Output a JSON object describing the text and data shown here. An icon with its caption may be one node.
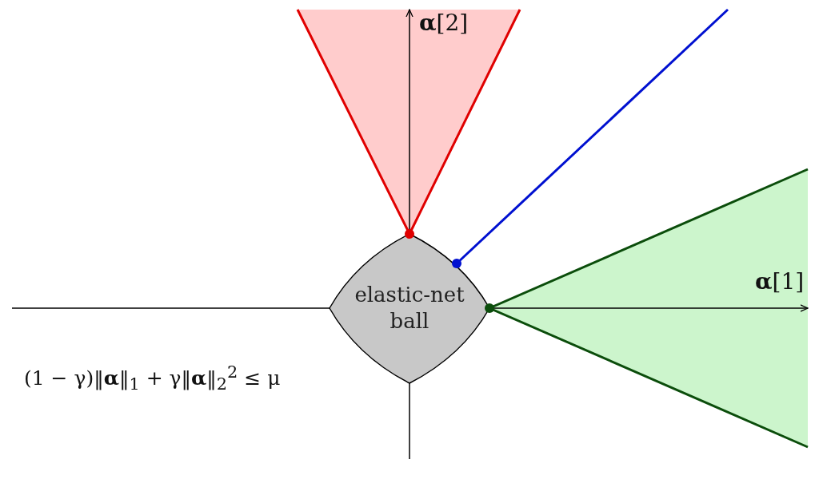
{
  "diagram": {
    "nodes": [
      {
        "text": [
          "elastic-net ball"
        ]
      }
    ],
    "labels": [
      "**α**[2]",
      "**α**[1]",
      "(1 − γ)‖**α**‖$_{1}$ + γ‖**α**‖$_{2}$$^{2}$ ≤ μ"
    ]
  }
}
